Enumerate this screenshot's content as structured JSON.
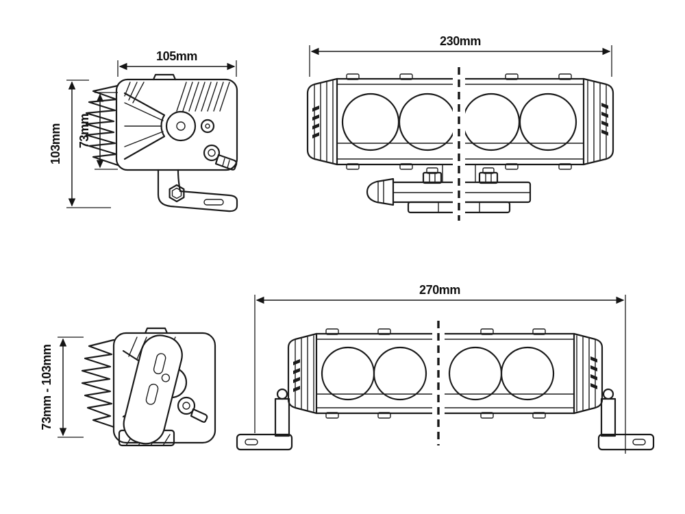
{
  "dimensions": {
    "side_upper": {
      "width": "105mm",
      "overall_height": "103mm",
      "body_height": "73mm"
    },
    "front_upper": {
      "overall_width": "230mm"
    },
    "side_lower": {
      "height_range": "73mm - 103mm"
    },
    "front_lower": {
      "overall_width": "270mm"
    }
  }
}
